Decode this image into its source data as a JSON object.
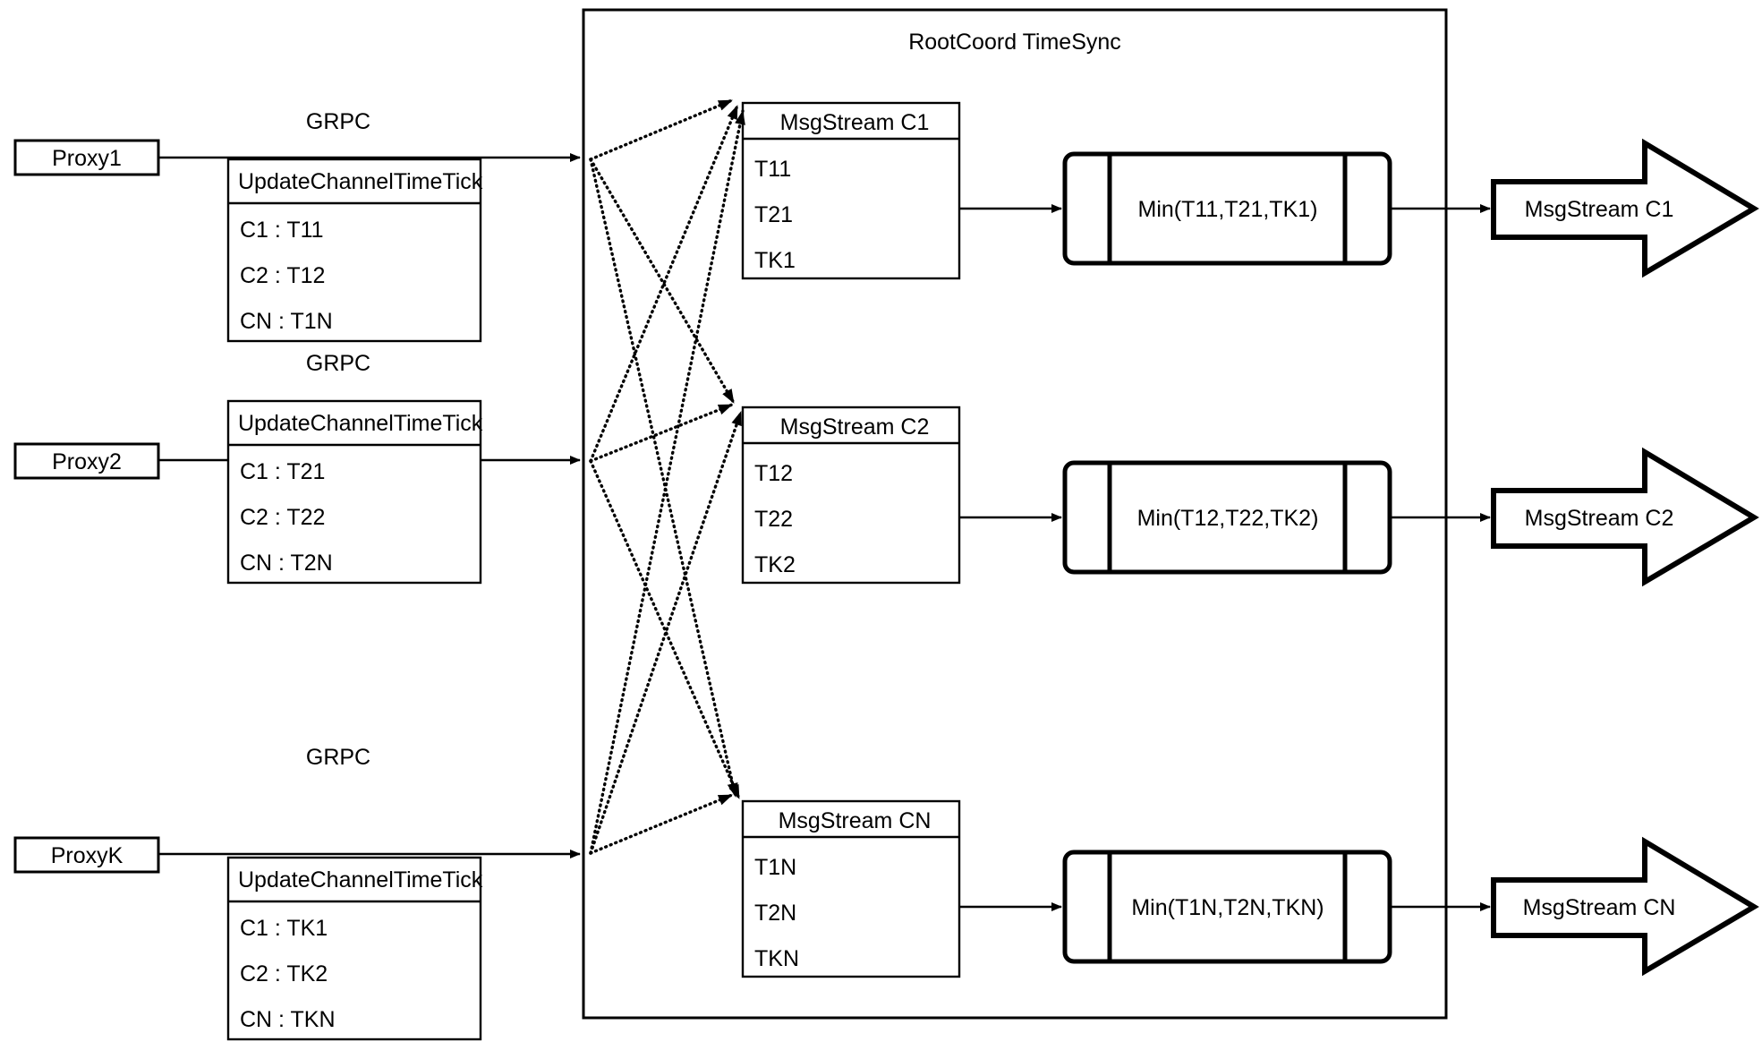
{
  "diagram": {
    "container_title": "RootCoord TimeSync",
    "rows": [
      {
        "proxy": "Proxy1",
        "link_label": "GRPC",
        "tick_header": "UpdateChannelTimeTick",
        "tick_rows": [
          "C1 :  T11",
          "C2 :  T12",
          "CN : T1N"
        ],
        "msgstream_header": "MsgStream C1",
        "msgstream_rows": [
          "T11",
          "T21",
          "TK1"
        ],
        "min_label": "Min(T11,T21,TK1)",
        "output_label": "MsgStream C1"
      },
      {
        "proxy": "Proxy2",
        "link_label": "GRPC",
        "tick_header": "UpdateChannelTimeTick",
        "tick_rows": [
          "C1 :  T21",
          "C2 :  T22",
          "CN : T2N"
        ],
        "msgstream_header": "MsgStream C2",
        "msgstream_rows": [
          "T12",
          "T22",
          "TK2"
        ],
        "min_label": "Min(T12,T22,TK2)",
        "output_label": "MsgStream C2"
      },
      {
        "proxy": "ProxyK",
        "link_label": "GRPC",
        "tick_header": "UpdateChannelTimeTick",
        "tick_rows": [
          "C1 :  TK1",
          "C2 :  TK2",
          "CN : TKN"
        ],
        "msgstream_header": "MsgStream CN",
        "msgstream_rows": [
          "T1N",
          "T2N",
          "TKN"
        ],
        "min_label": "Min(T1N,T2N,TKN)",
        "output_label": "MsgStream CN"
      }
    ],
    "colors": {
      "stroke": "#000000",
      "fill": "#ffffff",
      "text": "#000000"
    }
  }
}
